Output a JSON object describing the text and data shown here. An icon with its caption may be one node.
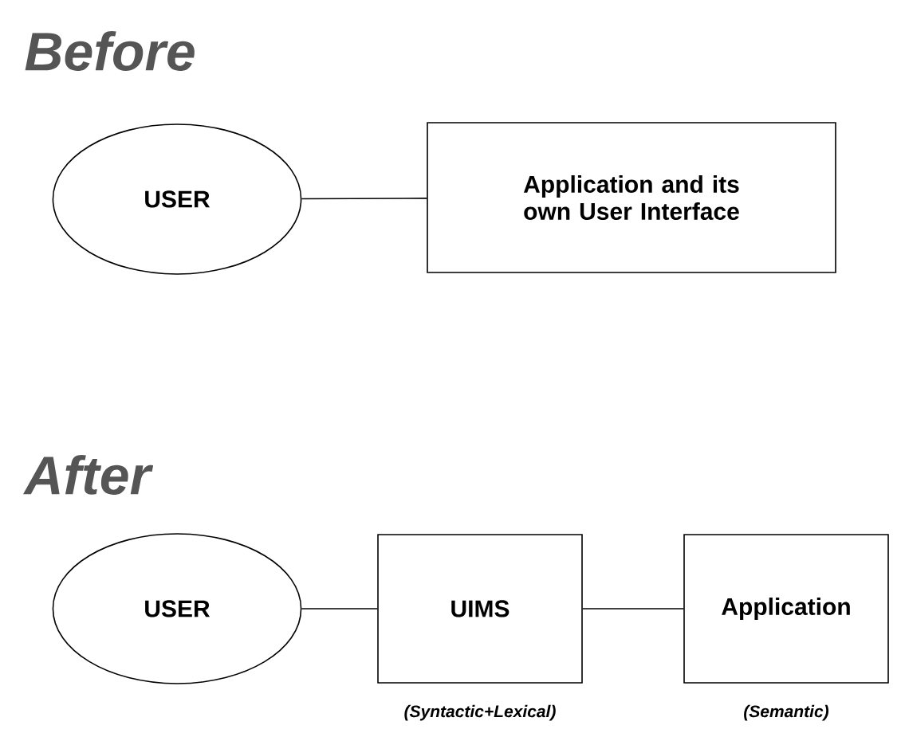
{
  "diagram": {
    "nodes": [
      {
        "text": [
          "USER"
        ]
      },
      {
        "text": [
          "Application and its own User Interface"
        ]
      },
      {
        "text": [
          "USER"
        ]
      },
      {
        "text": [
          "UIMS"
        ],
        "beside": [
          "(Syntactic+Lexical)"
        ]
      },
      {
        "text": [
          "Application"
        ],
        "beside": [
          "(Semantic)"
        ]
      }
    ],
    "edges": [
      {
        "from": 0,
        "to": 1,
        "arrow": "none"
      },
      {
        "from": 2,
        "to": 3,
        "arrow": "none"
      },
      {
        "from": 3,
        "to": 4,
        "arrow": "none"
      }
    ],
    "labels": [
      "Before",
      "After"
    ]
  }
}
